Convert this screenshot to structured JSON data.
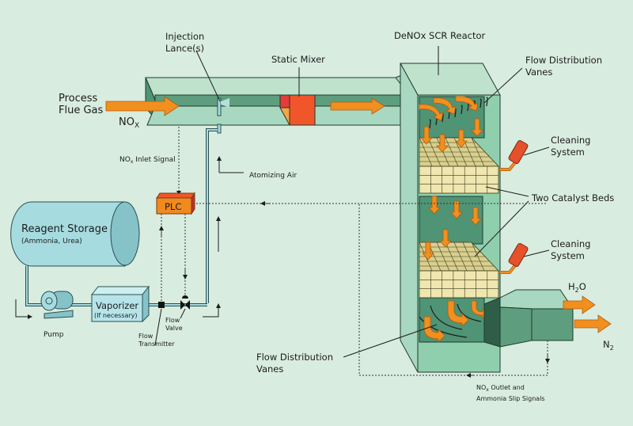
{
  "title": "DeNOx SCR System Diagram",
  "colors": {
    "background": "#d9ece0",
    "duct_light": "#a8d8bf",
    "duct_dark": "#4f9475",
    "flow_arrow": "#f18f1f",
    "mixer": "#f0562a",
    "catalyst": "#efe6b0",
    "tank": "#a6dce0",
    "plc": "#f08a1f",
    "cleaning": "#e6502a"
  },
  "labels": {
    "process_flue_gas_1": "Process",
    "process_flue_gas_2": "Flue Gas",
    "nox": "NO",
    "nox_sub": "X",
    "injection_lance_1": "Injection",
    "injection_lance_2": "Lance(s)",
    "static_mixer": "Static Mixer",
    "reactor": "DeNOx SCR Reactor",
    "flow_vanes_top_1": "Flow Distribution",
    "flow_vanes_top_2": "Vanes",
    "cleaning_1a": "Cleaning",
    "cleaning_1b": "System",
    "catalyst_beds": "Two Catalyst Beds",
    "cleaning_2a": "Cleaning",
    "cleaning_2b": "System",
    "h2o": "H",
    "h2o_sub": "2",
    "h2o_end": "O",
    "n2": "N",
    "n2_sub": "2",
    "nox_inlet_pre": "NO",
    "nox_inlet_sub": "x",
    "nox_inlet_post": " Inlet Signal",
    "atomizing_air": "Atomizing Air",
    "plc": "PLC",
    "reagent_storage": "Reagent Storage",
    "reagent_types": "(Ammonia, Urea)",
    "pump": "Pump",
    "vaporizer": "Vaporizer",
    "vaporizer_note": "(If necessary)",
    "flow_transmitter_1": "Flow",
    "flow_transmitter_2": "Transmitter",
    "flow_valve_1": "Flow",
    "flow_valve_2": "Valve",
    "flow_vanes_bottom_1": "Flow Distribution",
    "flow_vanes_bottom_2": "Vanes",
    "outlet_signal_pre": "NO",
    "outlet_signal_sub": "x",
    "outlet_signal_post": " Outlet and",
    "outlet_signal_2": "Ammonia Slip Signals"
  }
}
